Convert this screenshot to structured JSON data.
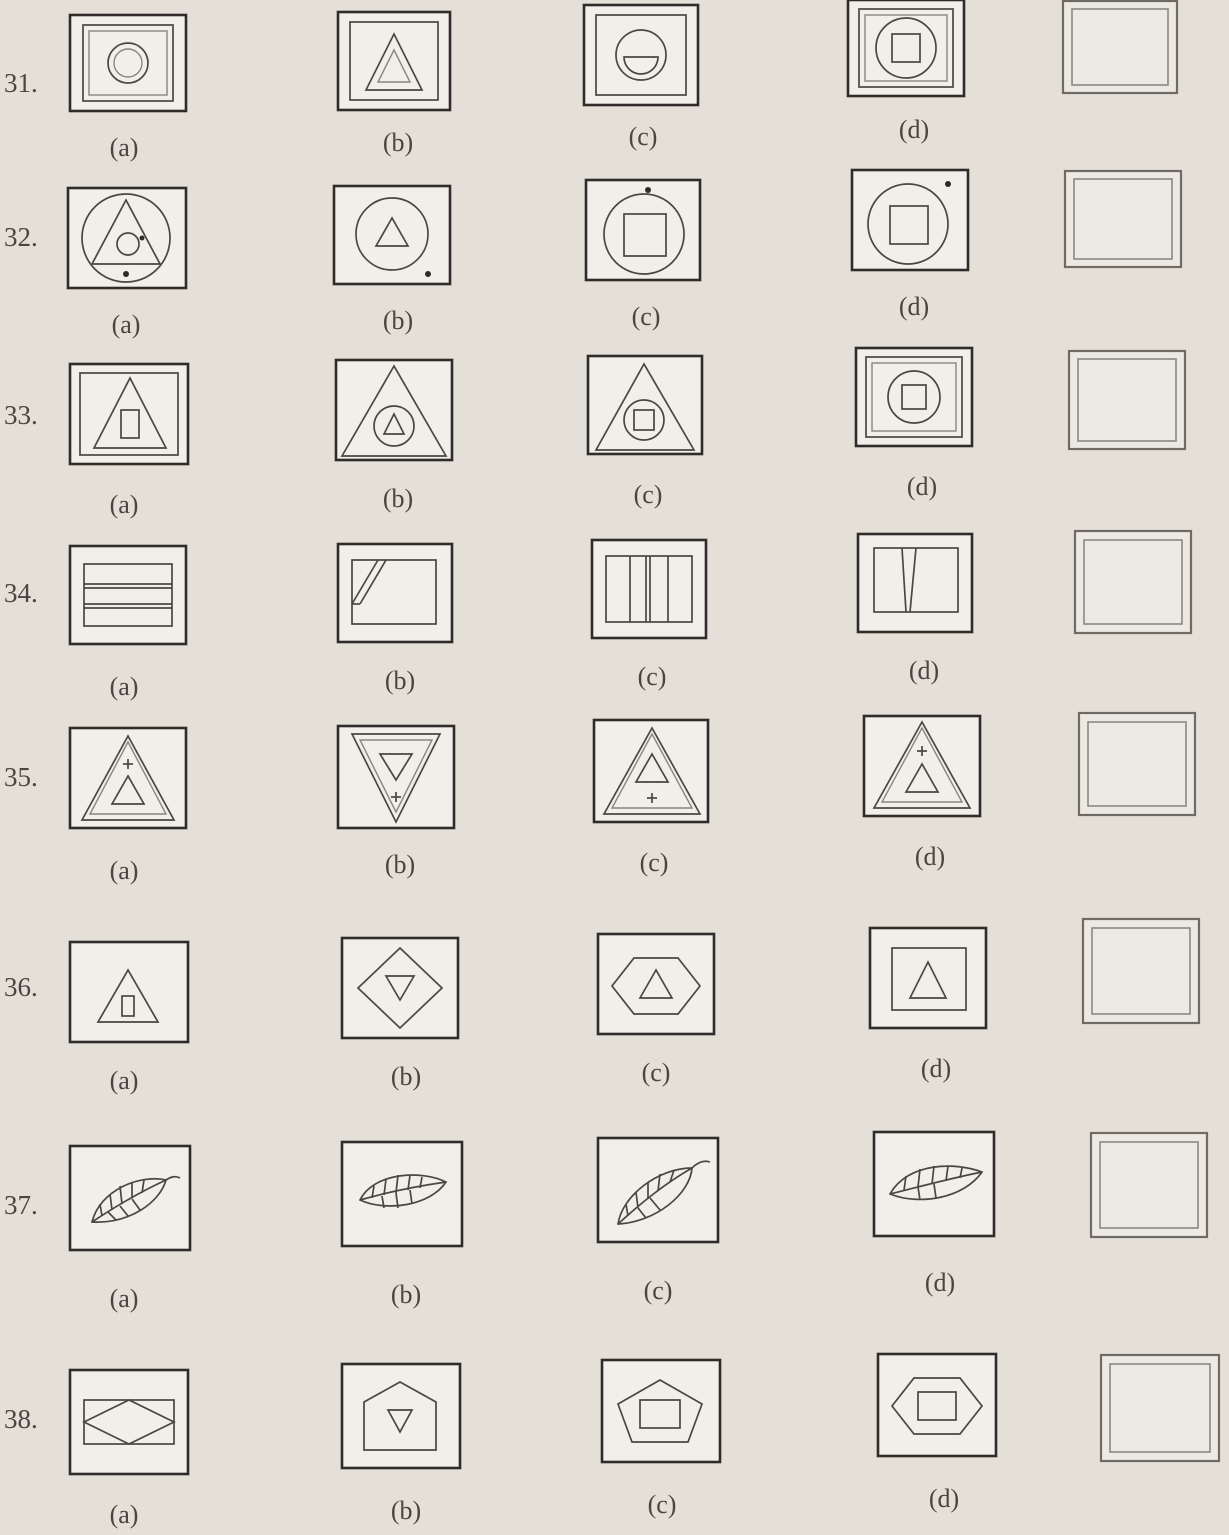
{
  "questions": [
    {
      "number": "31.",
      "options": [
        "(a)",
        "(b)",
        "(c)",
        "(d)"
      ]
    },
    {
      "number": "32.",
      "options": [
        "(a)",
        "(b)",
        "(c)",
        "(d)"
      ]
    },
    {
      "number": "33.",
      "options": [
        "(a)",
        "(b)",
        "(c)",
        "(d)"
      ]
    },
    {
      "number": "34.",
      "options": [
        "(a)",
        "(b)",
        "(c)",
        "(d)"
      ]
    },
    {
      "number": "35.",
      "options": [
        "(a)",
        "(b)",
        "(c)",
        "(d)"
      ]
    },
    {
      "number": "36.",
      "options": [
        "(a)",
        "(b)",
        "(c)",
        "(d)"
      ]
    },
    {
      "number": "37.",
      "options": [
        "(a)",
        "(b)",
        "(c)",
        "(d)"
      ]
    },
    {
      "number": "38.",
      "options": [
        "(a)",
        "(b)",
        "(c)",
        "(d)"
      ]
    }
  ],
  "figures": {
    "31": [
      "circle-in-square",
      "triangle-in-square",
      "half-circle-in-square",
      "square-in-circle-in-square"
    ],
    "32": [
      "triangle-circle-dot",
      "triangle-in-circle-dot",
      "square-in-circle-dot-top",
      "square-in-circle-dot-corner"
    ],
    "33": [
      "rectangle-in-triangle",
      "triangle-in-circle-in-triangle",
      "square-in-circle-in-triangle",
      "square-in-circle-in-square"
    ],
    "34": [
      "horizontal-bands",
      "diagonal-stripe",
      "vertical-bands",
      "slanted-bands"
    ],
    "35": [
      "triangle-plus-triangle",
      "inverted-triangle-plus",
      "triangle-triangle-plus",
      "triangle-plus-triangle-small"
    ],
    "36": [
      "rectangle-in-triangle",
      "triangle-in-diamond",
      "triangle-in-hexagon",
      "triangle-in-square"
    ],
    "37": [
      "leaf-right",
      "leaf-flat",
      "leaf-up",
      "leaf-tilted"
    ],
    "38": [
      "diamond-in-rectangle",
      "triangle-in-pentagon-house",
      "square-in-pentagon",
      "square-in-hexagon"
    ]
  }
}
